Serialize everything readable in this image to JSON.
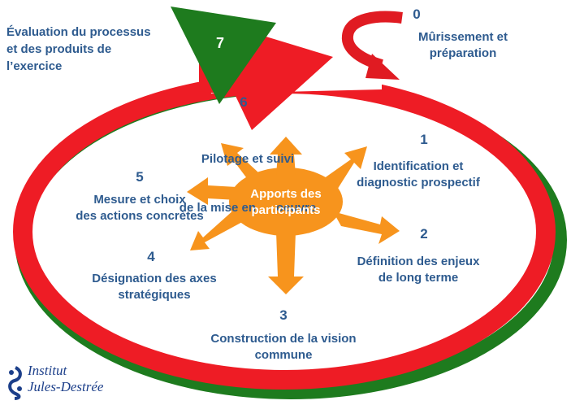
{
  "evaluation": {
    "lines": [
      "Évaluation du processus",
      "et des produits de",
      "l’exercice"
    ],
    "step_number": "7"
  },
  "hub": {
    "lines": [
      "Apports des",
      "participants"
    ]
  },
  "steps": [
    {
      "number": "0",
      "lines": [
        "Mûrissement et",
        "préparation"
      ]
    },
    {
      "number": "1",
      "lines": [
        "Identification et",
        "diagnostic prospectif"
      ]
    },
    {
      "number": "2",
      "lines": [
        "Définition des enjeux",
        "de long terme"
      ]
    },
    {
      "number": "3",
      "lines": [
        "Construction de la vision",
        "commune"
      ]
    },
    {
      "number": "4",
      "lines": [
        "Désignation des axes",
        "stratégiques"
      ]
    },
    {
      "number": "5",
      "lines": [
        "Mesure et choix",
        "des actions concrètes"
      ]
    },
    {
      "number": "6",
      "lines": [
        "Pilotage et suivi",
        "de la mise en      oeuvre"
      ]
    }
  ],
  "logo": {
    "lines": [
      "Institut",
      "Jules-Destrée"
    ]
  },
  "colors": {
    "red": "#ee1c25",
    "green": "#1e7b1e",
    "orange": "#f7941d",
    "text": "#2e5b8f"
  }
}
